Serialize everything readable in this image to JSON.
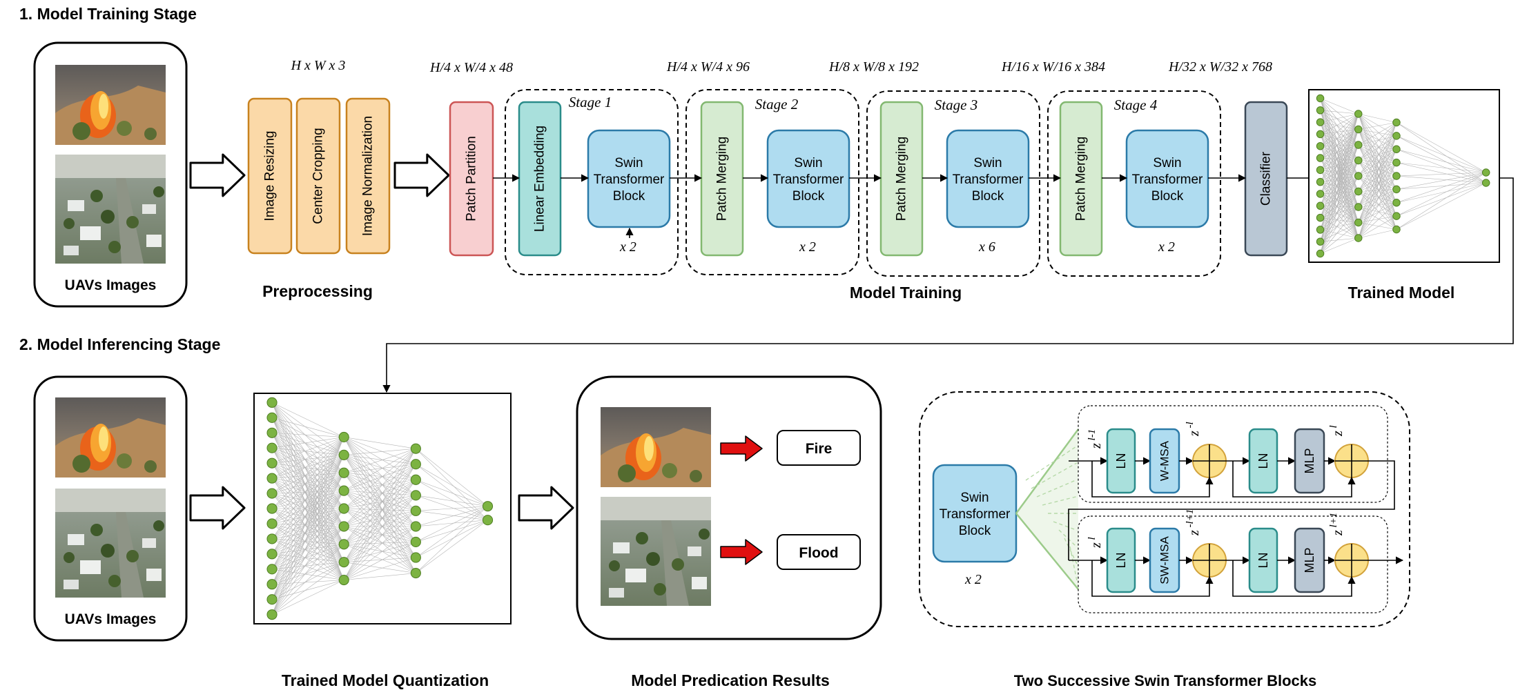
{
  "sections": {
    "training_title": "1. Model Training Stage",
    "inference_title": "2. Model Inferencing Stage"
  },
  "training": {
    "input_label": "UAVs Images",
    "preprocessing": {
      "steps": [
        "Image Resizing",
        "Center Cropping",
        "Image Normalization"
      ],
      "caption": "Preprocessing"
    },
    "dims": [
      "H x W x 3",
      "H/4 x W/4 x 48",
      "H/4 x W/4 x 96",
      "H/8 x W/8 x 192",
      "H/16 x W/16 x 384",
      "H/32 x W/32 x 768"
    ],
    "patch_partition": "Patch Partition",
    "linear_embedding": "Linear Embedding",
    "patch_merging": "Patch Merging",
    "stages": [
      {
        "label": "Stage 1",
        "repeat": "x 2"
      },
      {
        "label": "Stage 2",
        "repeat": "x 2"
      },
      {
        "label": "Stage 3",
        "repeat": "x 6"
      },
      {
        "label": "Stage 4",
        "repeat": "x 2"
      }
    ],
    "swin_block": [
      "Swin",
      "Transformer",
      "Block"
    ],
    "classifier": "Classifier",
    "model_training_caption": "Model Training",
    "trained_model_caption": "Trained Model"
  },
  "inference": {
    "input_label": "UAVs Images",
    "quantization_caption": "Trained Model Quantization",
    "results": {
      "fire": "Fire",
      "flood": "Flood"
    },
    "results_caption": "Model Predication Results"
  },
  "swin_detail": {
    "caption": "Two Successive Swin Transformer Blocks",
    "repeat": "x 2",
    "ln": "LN",
    "mlp": "MLP",
    "wmsa": "W-MSA",
    "swmsa": "SW-MSA",
    "z_row1": [
      "z l-1",
      "z -l",
      "z l"
    ],
    "z_row2": [
      "z l",
      "z -l+1",
      "z l+1"
    ]
  },
  "colors": {
    "orange_fill": "#fbd9a8",
    "orange_stroke": "#c8821f",
    "pink_fill": "#f8cfd0",
    "pink_stroke": "#cc5555",
    "teal_fill": "#a9e0dc",
    "teal_stroke": "#2a8c8a",
    "blue_fill": "#afdcf0",
    "blue_stroke": "#2b7aa8",
    "green_fill": "#d6ebd1",
    "green_stroke": "#82b870",
    "gray_fill": "#b9c7d4",
    "gray_stroke": "#3a4856",
    "node": "#7cb342",
    "arrow_red": "#e01010",
    "sum_fill": "#fbe08a"
  }
}
